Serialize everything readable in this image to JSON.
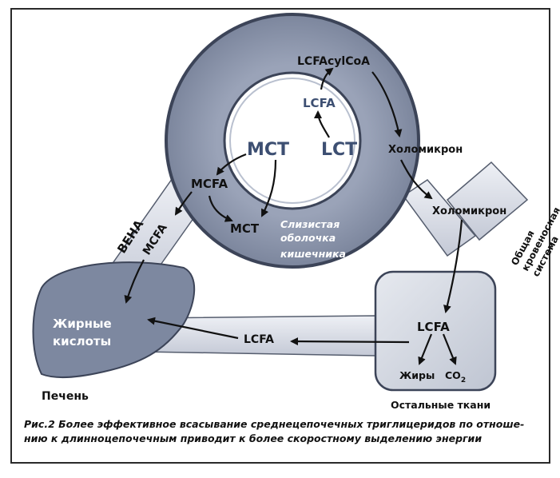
{
  "labels": {
    "lcfacylcoa": "LCFAcylCoA",
    "lcfa_inner": "LCFA",
    "mct_inner": "MCT",
    "lct_inner": "LCT",
    "mcfa_ring": "MCFA",
    "mct_ring": "MCT",
    "chylo1": "Холомикрон",
    "chylo2": "Холомикрон",
    "mucosa": [
      "Слизистая",
      "оболочка",
      "кишечника"
    ],
    "vein": "ВЕНА",
    "mcfa_vein": "MCFA",
    "liver_text": [
      "Жирные",
      "кислоты"
    ],
    "liver": "Печень",
    "lcfa_return": "LCFA",
    "lcfa_tissue": "LCFA",
    "fats": "Жиры",
    "co2": "CO",
    "co2_sub": "2",
    "other_tissues": "Остальные ткани",
    "circulation": [
      "Общая",
      "кровеносная",
      "система"
    ]
  },
  "caption": [
    "Рис.2 Более эффективное всасывание среднецепочечных триглицеридов по отноше-",
    "нию к длинноцепочечным приводит к более скоростному выделению энергии"
  ],
  "colors": {
    "ring": "#8d97ad",
    "ring_dark": "#3c4458",
    "vessel": "#d9dde6",
    "liver": "#7d88a0",
    "tissue": "#d6dae3",
    "blue_text": "#3d4f72"
  }
}
